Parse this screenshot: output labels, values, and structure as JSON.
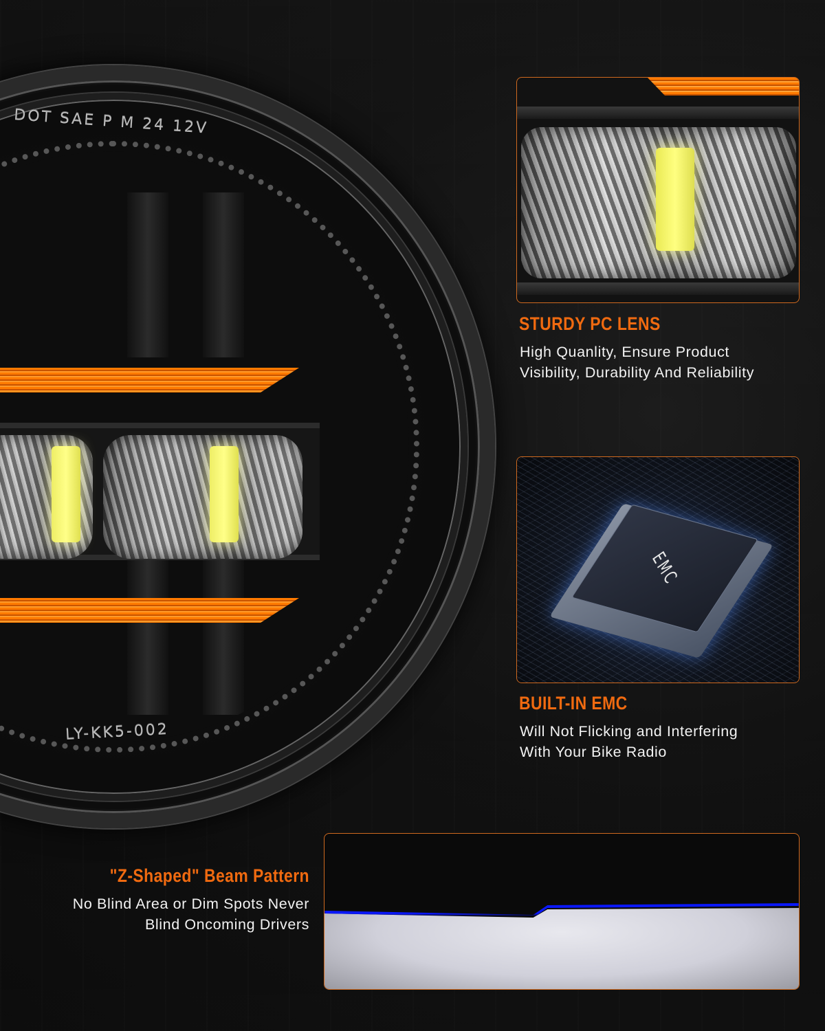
{
  "colors": {
    "accent": "#f06a10",
    "panel_border": "#d06a1f",
    "text": "#f2f2f2",
    "background": "#0b0b0b",
    "amber_light": "#ff7a00",
    "beam_edge": "#0a18ff"
  },
  "headlight": {
    "stamp_top": "DOT SAE P M 24 12V",
    "stamp_bottom": "LY-KK5-002",
    "icon": "round-led-headlight"
  },
  "features": [
    {
      "title": "STURDY PC LENS",
      "description_lines": [
        "High Quanlity, Ensure Product",
        "Visibility, Durability And Reliability"
      ],
      "image": "pc-lens-closeup"
    },
    {
      "title": "BUILT-IN EMC",
      "description_lines": [
        "Will Not Flicking and Interfering",
        "With Your Bike Radio"
      ],
      "image": "emc-chip",
      "chip_label": "EMC"
    },
    {
      "title": "\"Z-Shaped\" Beam Pattern",
      "description_lines": [
        "No Blind Area or Dim Spots Never",
        "Blind Oncoming Drivers"
      ],
      "image": "z-shaped-beam-pattern"
    }
  ]
}
